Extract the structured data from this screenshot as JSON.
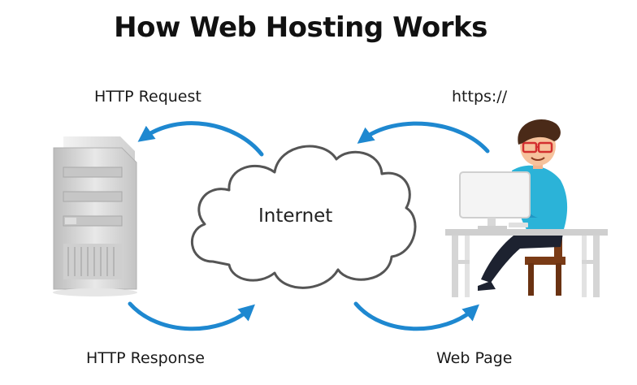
{
  "title": "How Web Hosting Works",
  "labels": {
    "http_request": "HTTP Request",
    "https": "https://",
    "http_response": "HTTP Response",
    "web_page": "Web Page",
    "internet": "Internet"
  },
  "colors": {
    "arrow": "#1e88d0",
    "cloud_stroke": "#555555",
    "server_body": "#dcdcdc",
    "shirt": "#2bb3d8",
    "pants": "#1d2230",
    "chair": "#7a3b16",
    "desk": "#cfcfcf"
  },
  "icons": [
    "server-icon",
    "cloud-icon",
    "user-at-computer-icon"
  ]
}
